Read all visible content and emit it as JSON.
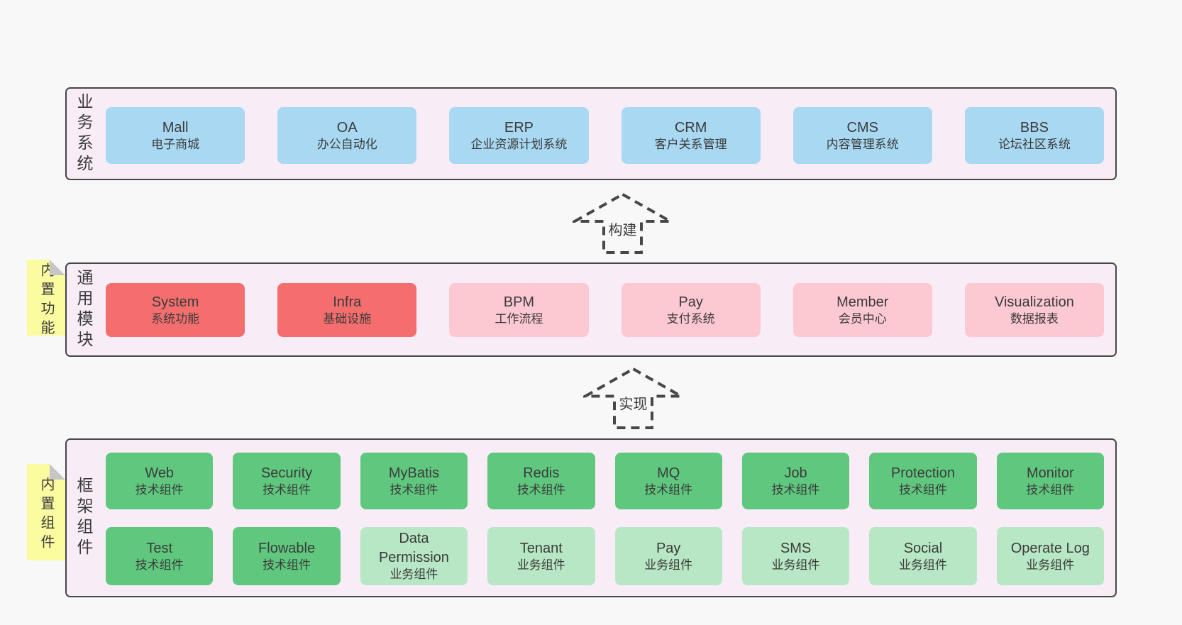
{
  "sections": [
    {
      "id": "business",
      "label": "业务系统",
      "note": "",
      "rows": [
        [
          {
            "name": "Mall",
            "subtitle": "电子商城",
            "type": "blue"
          },
          {
            "name": "OA",
            "subtitle": "办公自动化",
            "type": "blue"
          },
          {
            "name": "ERP",
            "subtitle": "企业资源计划系统",
            "type": "blue"
          },
          {
            "name": "CRM",
            "subtitle": "客户关系管理",
            "type": "blue"
          },
          {
            "name": "CMS",
            "subtitle": "内容管理系统",
            "type": "blue"
          },
          {
            "name": "BBS",
            "subtitle": "论坛社区系统",
            "type": "blue"
          }
        ]
      ]
    },
    {
      "id": "modules",
      "label": "通用模块",
      "note": "内置功能",
      "rows": [
        [
          {
            "name": "System",
            "subtitle": "系统功能",
            "type": "red"
          },
          {
            "name": "Infra",
            "subtitle": "基础设施",
            "type": "red"
          },
          {
            "name": "BPM",
            "subtitle": "工作流程",
            "type": "pink"
          },
          {
            "name": "Pay",
            "subtitle": "支付系统",
            "type": "pink"
          },
          {
            "name": "Member",
            "subtitle": "会员中心",
            "type": "pink"
          },
          {
            "name": "Visualization",
            "subtitle": "数据报表",
            "type": "pink"
          }
        ]
      ]
    },
    {
      "id": "framework",
      "label": "框架组件",
      "note": "内置组件",
      "rows": [
        [
          {
            "name": "Web",
            "subtitle": "技术组件",
            "type": "green"
          },
          {
            "name": "Security",
            "subtitle": "技术组件",
            "type": "green"
          },
          {
            "name": "MyBatis",
            "subtitle": "技术组件",
            "type": "green"
          },
          {
            "name": "Redis",
            "subtitle": "技术组件",
            "type": "green"
          },
          {
            "name": "MQ",
            "subtitle": "技术组件",
            "type": "green"
          },
          {
            "name": "Job",
            "subtitle": "技术组件",
            "type": "green"
          },
          {
            "name": "Protection",
            "subtitle": "技术组件",
            "type": "green"
          },
          {
            "name": "Monitor",
            "subtitle": "技术组件",
            "type": "green"
          }
        ],
        [
          {
            "name": "Test",
            "subtitle": "技术组件",
            "type": "green"
          },
          {
            "name": "Flowable",
            "subtitle": "技术组件",
            "type": "green"
          },
          {
            "name": "Data Permission",
            "subtitle": "业务组件",
            "type": "lightgreen"
          },
          {
            "name": "Tenant",
            "subtitle": "业务组件",
            "type": "lightgreen"
          },
          {
            "name": "Pay",
            "subtitle": "业务组件",
            "type": "lightgreen"
          },
          {
            "name": "SMS",
            "subtitle": "业务组件",
            "type": "lightgreen"
          },
          {
            "name": "Social",
            "subtitle": "业务组件",
            "type": "lightgreen"
          },
          {
            "name": "Operate Log",
            "subtitle": "业务组件",
            "type": "lightgreen"
          }
        ]
      ]
    }
  ],
  "arrows": [
    {
      "label": "构建"
    },
    {
      "label": "实现"
    }
  ],
  "colors": {
    "blue": "#a9d9f2",
    "red": "#f56e6e",
    "pink": "#fcc8d2",
    "green": "#5fc87e",
    "lightgreen": "#b7e7c4",
    "noteYellow": "#fbfba0",
    "foldGray": "#c6c6c6",
    "sectionBg": "#f8edf6",
    "border": "#474747"
  }
}
